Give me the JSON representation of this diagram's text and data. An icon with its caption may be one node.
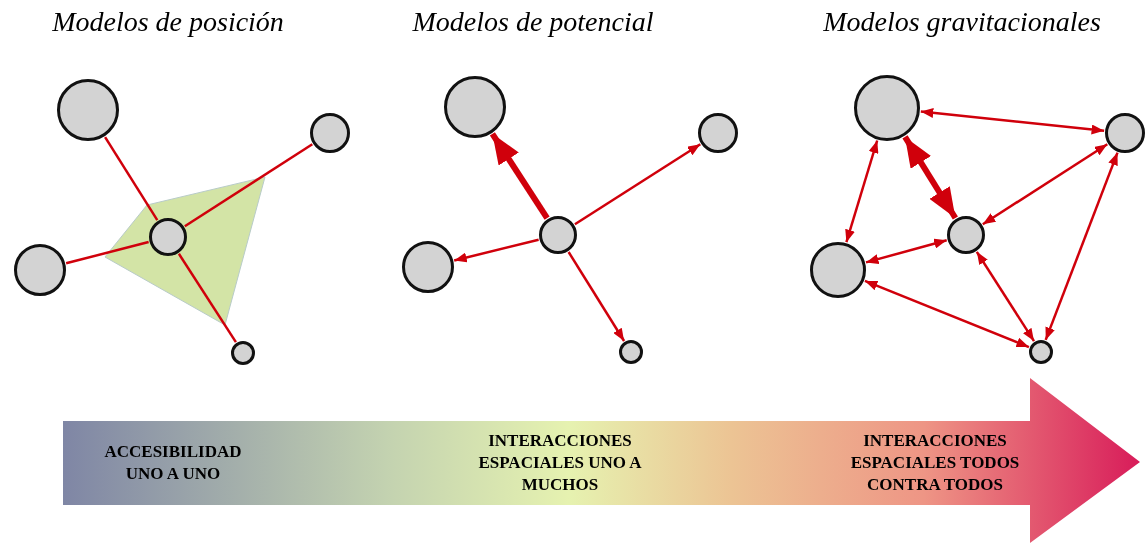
{
  "diagram": {
    "nodes": [
      {
        "text": [],
        "shape": "circle"
      },
      {
        "text": [],
        "shape": "circle"
      },
      {
        "text": [],
        "shape": "circle"
      },
      {
        "text": [],
        "shape": "circle"
      },
      {
        "text": [],
        "shape": "circle"
      },
      {
        "text": [],
        "shape": "circle"
      },
      {
        "text": [],
        "shape": "circle"
      },
      {
        "text": [],
        "shape": "circle"
      },
      {
        "text": [],
        "shape": "circle"
      },
      {
        "text": [],
        "shape": "circle"
      },
      {
        "text": [],
        "shape": "circle"
      },
      {
        "text": [],
        "shape": "circle"
      },
      {
        "text": [],
        "shape": "circle"
      },
      {
        "text": [],
        "shape": "circle"
      },
      {
        "text": [],
        "shape": "circle"
      },
      {
        "text": [
          "ACCESIBILIDAD UNO A UNO",
          "INTERACCIONES ESPACIALES UNO A MUCHOS",
          "INTERACCIONES ESPACIALES TODOS CONTRA TODOS"
        ]
      }
    ],
    "edges": [
      {
        "from": 2,
        "to": 0,
        "arrow": "none"
      },
      {
        "from": 2,
        "to": 1,
        "arrow": "none"
      },
      {
        "from": 2,
        "to": 3,
        "arrow": "none"
      },
      {
        "from": 2,
        "to": 4,
        "arrow": "none"
      },
      {
        "from": 7,
        "to": 5,
        "arrow": "to",
        "style": "thick"
      },
      {
        "from": 7,
        "to": 6,
        "arrow": "to"
      },
      {
        "from": 7,
        "to": 8,
        "arrow": "to"
      },
      {
        "from": 7,
        "to": 9,
        "arrow": "to"
      },
      {
        "from": 10,
        "to": 11,
        "arrow": "both"
      },
      {
        "from": 10,
        "to": 13,
        "arrow": "both"
      },
      {
        "from": 10,
        "to": 12,
        "arrow": "both",
        "style": "thick"
      },
      {
        "from": 11,
        "to": 12,
        "arrow": "both"
      },
      {
        "from": 11,
        "to": 14,
        "arrow": "both"
      },
      {
        "from": 12,
        "to": 13,
        "arrow": "both"
      },
      {
        "from": 13,
        "to": 14,
        "arrow": "both"
      },
      {
        "from": 12,
        "to": 14,
        "arrow": "both"
      }
    ],
    "labels": [
      "Modelos de posición",
      "Modelos de potencial",
      "Modelos gravitacionales"
    ]
  }
}
